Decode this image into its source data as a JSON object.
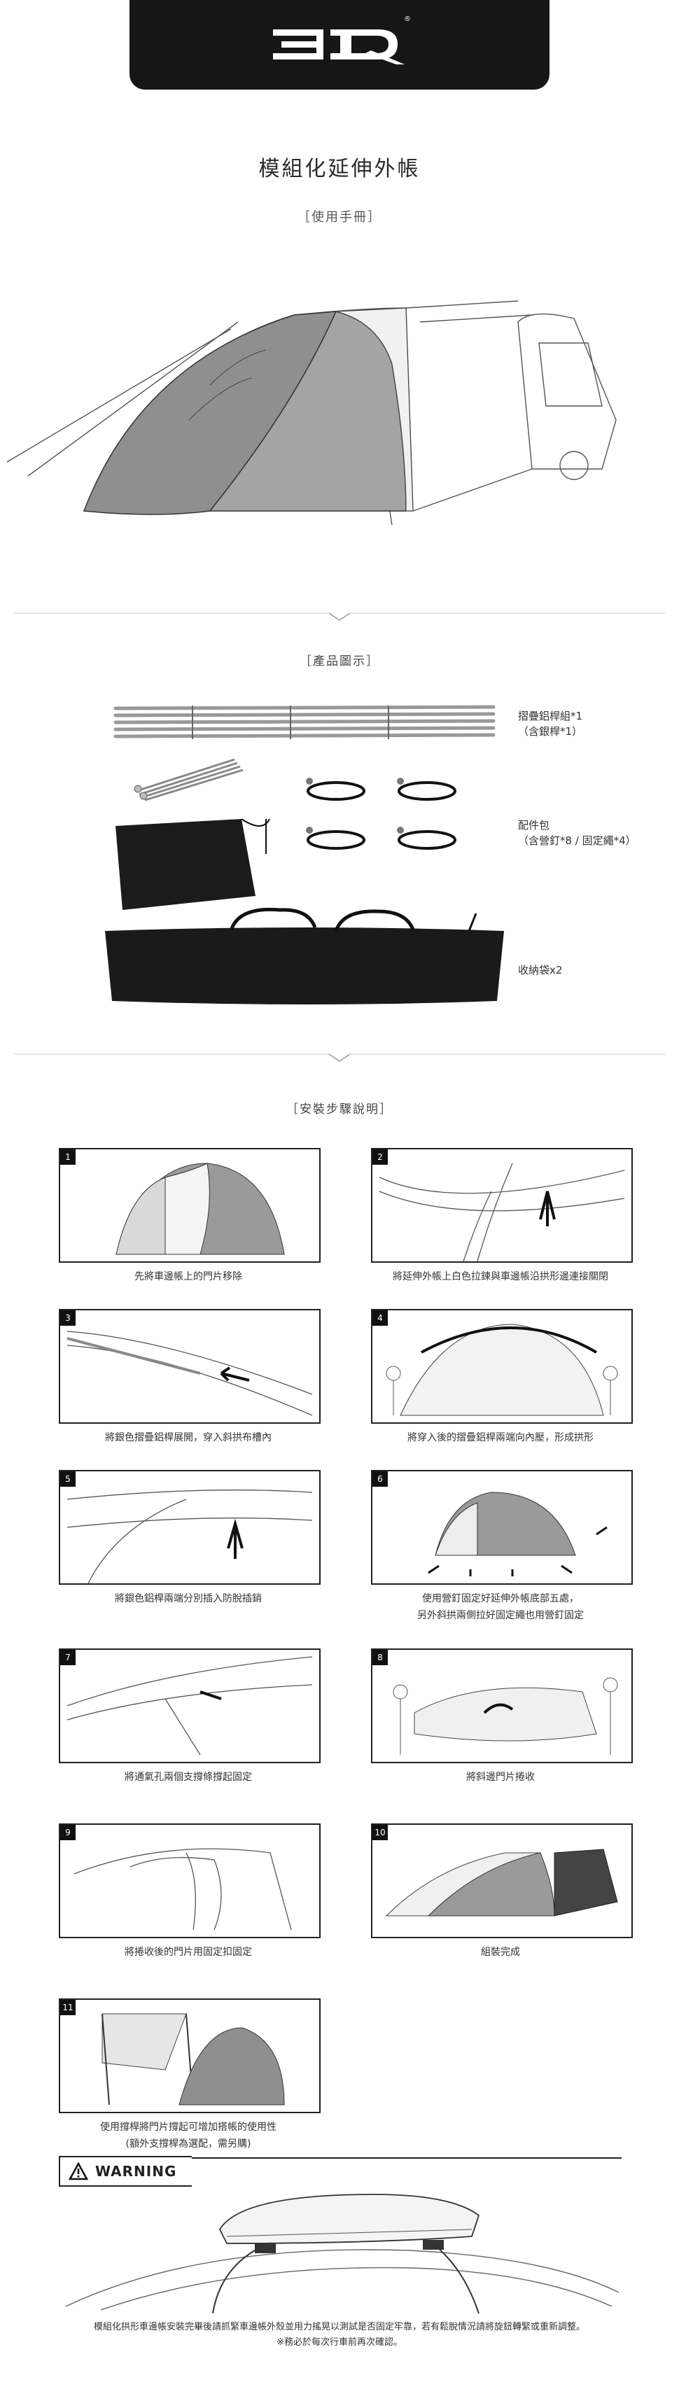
{
  "brand": {
    "logo_text": "3D",
    "registered_mark": "®"
  },
  "page": {
    "title": "模組化延伸外帳",
    "subtitle": "［使用手冊］"
  },
  "sections": {
    "product_diagram": "［產品圖示］",
    "install_steps": "［安裝步驟說明］"
  },
  "products": [
    {
      "label_line1": "摺疊鋁桿組*1",
      "label_line2": "（含銀桿*1）"
    },
    {
      "label_line1": "配件包",
      "label_line2": "（含營釘*8 / 固定繩*4）"
    },
    {
      "label_line1": "收納袋x2",
      "label_line2": ""
    }
  ],
  "steps": [
    {
      "num": "1",
      "caption_line1": "先將車邊帳上的門片移除",
      "caption_line2": ""
    },
    {
      "num": "2",
      "caption_line1": "將延伸外帳上白色拉鍊與車邊帳沿拱形邊連接關閉",
      "caption_line2": ""
    },
    {
      "num": "3",
      "caption_line1": "將銀色摺疊鋁桿展開，穿入斜拱布槽內",
      "caption_line2": ""
    },
    {
      "num": "4",
      "caption_line1": "將穿入後的摺疊鋁桿兩端向內壓，形成拱形",
      "caption_line2": ""
    },
    {
      "num": "5",
      "caption_line1": "將銀色鋁桿兩端分別插入防脫插銷",
      "caption_line2": ""
    },
    {
      "num": "6",
      "caption_line1": "使用營釘固定好延伸外帳底部五處，",
      "caption_line2": "另外斜拱兩側拉好固定繩也用營釘固定"
    },
    {
      "num": "7",
      "caption_line1": "將通氣孔兩個支撐條撐起固定",
      "caption_line2": ""
    },
    {
      "num": "8",
      "caption_line1": "將斜邊門片捲收",
      "caption_line2": ""
    },
    {
      "num": "9",
      "caption_line1": "將捲收後的門片用固定扣固定",
      "caption_line2": ""
    },
    {
      "num": "10",
      "caption_line1": "組裝完成",
      "caption_line2": ""
    },
    {
      "num": "11",
      "caption_line1": "使用撐桿將門片撐起可增加搭帳的使用性",
      "caption_line2": "(額外支撐桿為選配，需另購)"
    }
  ],
  "warning": {
    "label": "WARNING",
    "note_line1": "模組化拱形車邊帳安裝完畢後請抓緊車邊帳外殼並用力搖晃以測試是否固定牢靠，若有鬆脫情況請將旋鈕轉緊或重新調整。",
    "note_line2": "※務必於每次行車前再次確認。"
  }
}
